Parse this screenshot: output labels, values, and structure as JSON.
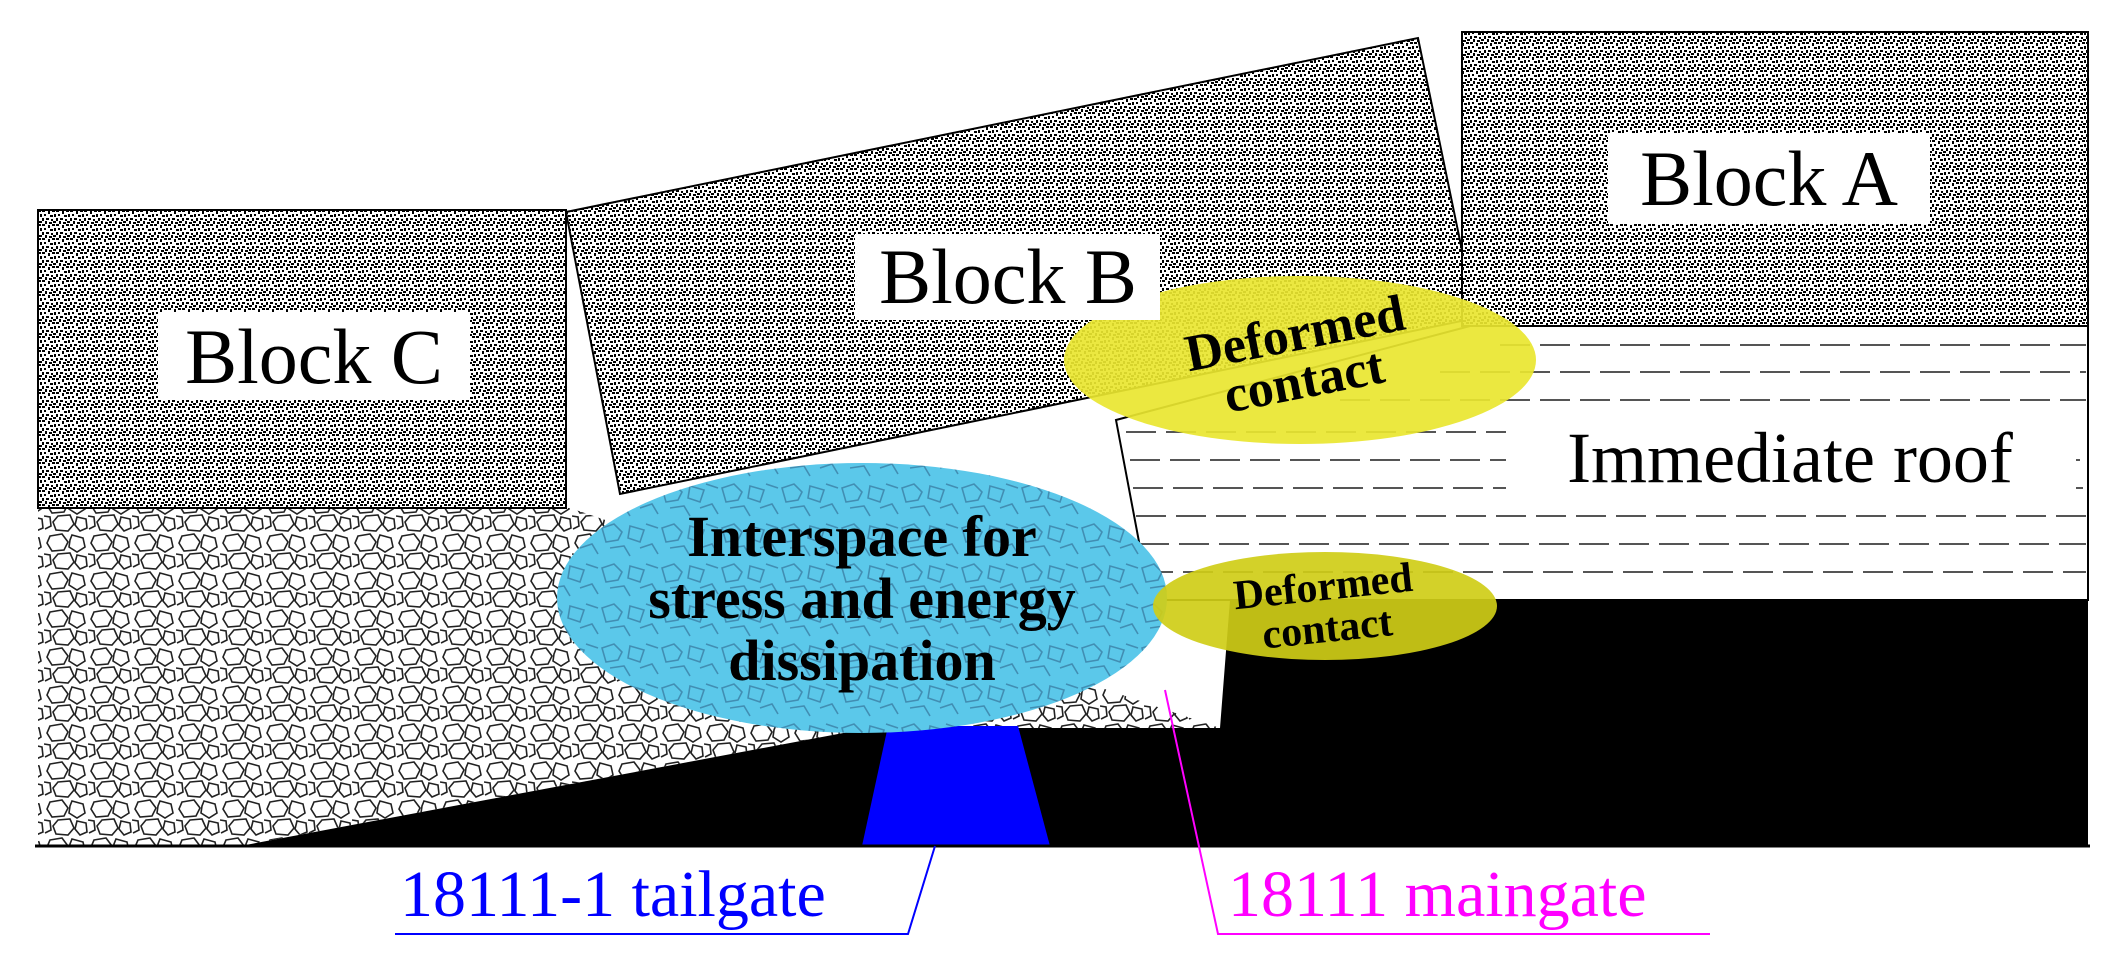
{
  "blocks": {
    "a": "Block A",
    "b": "Block B",
    "c": "Block C"
  },
  "immediate_roof": "Immediate roof",
  "deformed_contact_upper": [
    "Deformed",
    "contact"
  ],
  "deformed_contact_lower": [
    "Deformed",
    "contact"
  ],
  "interspace": [
    "Interspace for",
    "stress and energy",
    "dissipation"
  ],
  "tailgate": "18111-1 tailgate",
  "maingate": "18111 maingate",
  "colors": {
    "tailgate": "#0000ff",
    "maingate": "#ff00ff",
    "interspace_fill": "#5bc8ea",
    "contact_fill_upper": "#e9e630",
    "contact_fill_lower": "#cfcd17",
    "coal": "#000000"
  }
}
